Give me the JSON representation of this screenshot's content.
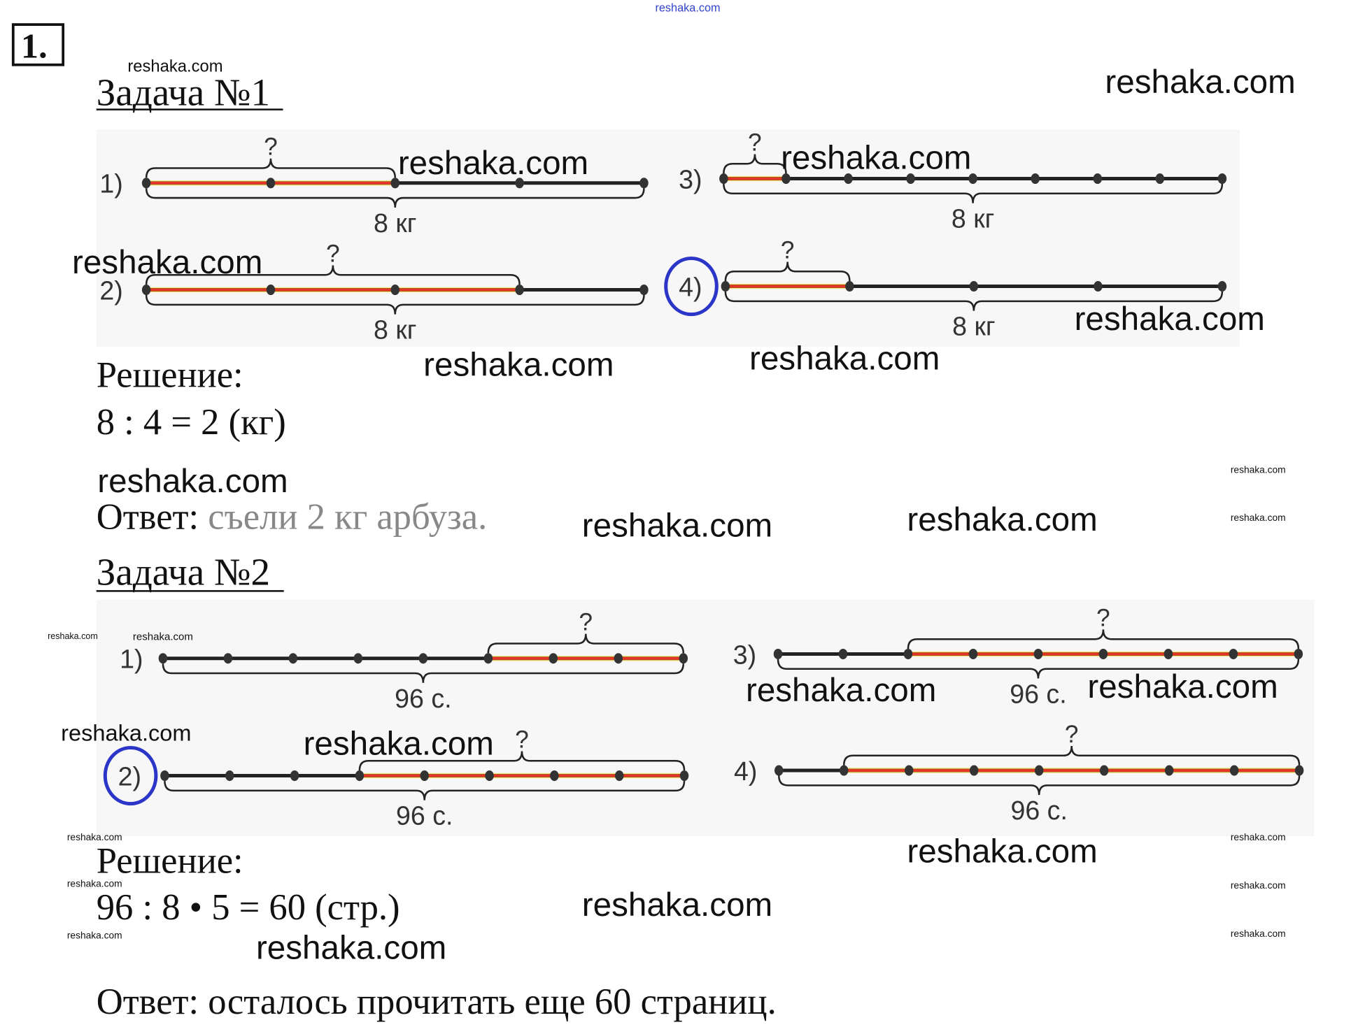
{
  "exercise_number": "1.",
  "colors": {
    "highlight": "#e8332a",
    "highlight_glow": "#f6d000",
    "line": "#222222",
    "circle": "#2b35c8",
    "diagram_bg": "#f7f7f7"
  },
  "task1": {
    "title": "Задача №1",
    "diagrams": [
      {
        "label": "1)",
        "parts": 4,
        "highlighted_parts": 2,
        "top_label": "?",
        "bottom_label": "8 кг",
        "circled": false
      },
      {
        "label": "2)",
        "parts": 4,
        "highlighted_parts": 3,
        "top_label": "?",
        "bottom_label": "8 кг",
        "circled": false
      },
      {
        "label": "3)",
        "parts": 8,
        "highlighted_parts": 1,
        "top_label": "?",
        "bottom_label": "8 кг",
        "circled": false
      },
      {
        "label": "4)",
        "parts": 4,
        "highlighted_parts": 1,
        "top_label": "?",
        "bottom_label": "8 кг",
        "circled": true
      }
    ],
    "solution_label": "Решение:",
    "solution": "8 : 4 = 2 (кг)",
    "answer_label": "Ответ:",
    "answer_text": "съели 2 кг арбуза."
  },
  "task2": {
    "title": "Задача №2",
    "diagrams": [
      {
        "label": "1)",
        "parts": 8,
        "highlighted_from": 5,
        "top_label": "?",
        "bottom_label": "96 с.",
        "circled": false
      },
      {
        "label": "2)",
        "parts": 8,
        "highlighted_from": 3,
        "top_label": "?",
        "bottom_label": "96 с.",
        "circled": true
      },
      {
        "label": "3)",
        "parts": 8,
        "highlighted_from": 2,
        "top_label": "?",
        "bottom_label": "96 с.",
        "circled": false
      },
      {
        "label": "4)",
        "parts": 8,
        "highlighted_from": 1,
        "top_label": "?",
        "bottom_label": "96 с.",
        "circled": false
      }
    ],
    "solution_label": "Решение:",
    "solution": "96 : 8 • 5 = 60 (стр.)",
    "answer": "Ответ: осталось прочитать еще 60 страниц."
  },
  "watermarks": [
    "reshaka.com",
    "reshaka.com",
    "reshaka.com",
    "reshaka.com",
    "reshaka.com",
    "reshaka.com",
    "reshaka.com",
    "reshaka.com",
    "reshaka.com",
    "reshaka.com",
    "reshaka.com",
    "reshaka.com",
    "reshaka.com",
    "reshaka.com",
    "reshaka.com",
    "reshaka.com",
    "reshaka.com",
    "reshaka.com",
    "reshaka.com",
    "reshaka.com",
    "reshaka.com",
    "reshaka.com",
    "reshaka.com",
    "reshaka.com",
    "reshaka.com",
    "reshaka.com",
    "reshaka.com",
    "reshaka.com",
    "reshaka.com"
  ]
}
